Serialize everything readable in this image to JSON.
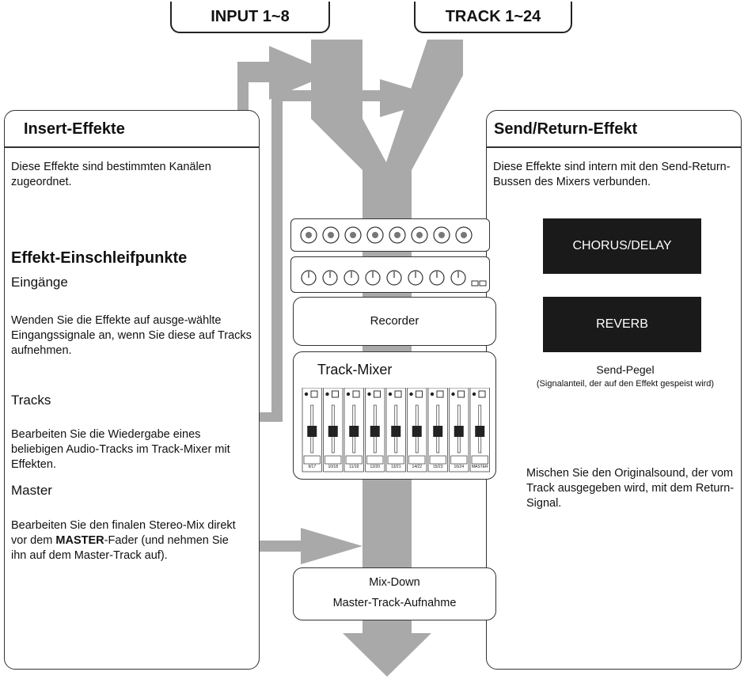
{
  "top": {
    "input_label": "INPUT 1~8",
    "track_label": "TRACK 1~24"
  },
  "left_panel": {
    "title": "Insert-Effekte",
    "description": "Diese Effekte sind bestimmten Kanälen zugeordnet.",
    "points_heading": "Effekt-Einschleifpunkte",
    "inputs_heading": "Eingänge",
    "inputs_text": "Wenden Sie die Effekte auf ausge-wählte Eingangssignale an, wenn Sie diese auf Tracks aufnehmen.",
    "tracks_heading": "Tracks",
    "tracks_text": "Bearbeiten Sie die Wiedergabe eines beliebigen Audio-Tracks im Track-Mixer mit Effekten.",
    "master_heading": "Master",
    "master_text_pre": "Bearbeiten Sie den finalen Stereo-Mix direkt vor dem ",
    "master_text_bold": "MASTER",
    "master_text_post": "-Fader (und nehmen Sie ihn auf dem Master-Track auf)."
  },
  "right_panel": {
    "title": "Send/Return-Effekt",
    "description": "Diese Effekte sind intern mit den Send-Return-Bussen des Mixers verbunden.",
    "chorus_label": "CHORUS/DELAY",
    "reverb_label": "REVERB",
    "send_label": "Send-Pegel",
    "send_note": "(Signalanteil, der auf den Effekt gespeist wird)",
    "mix_text": "Mischen Sie den Originalsound, der vom Track ausgegeben wird, mit dem Return-Signal."
  },
  "center": {
    "recorder_label": "Recorder",
    "track_mixer_label": "Track-Mixer",
    "mixdown_label": "Mix-Down",
    "master_track_label": "Master-Track-Aufnahme",
    "strip_labels": [
      "9/17",
      "10/18",
      "11/19",
      "12/20",
      "13/21",
      "14/22",
      "15/23",
      "16/24",
      "MASTER"
    ]
  },
  "colors": {
    "flow_gray": "#a9a9a9",
    "dark_box": "#1a1a1a",
    "line": "#333333"
  }
}
